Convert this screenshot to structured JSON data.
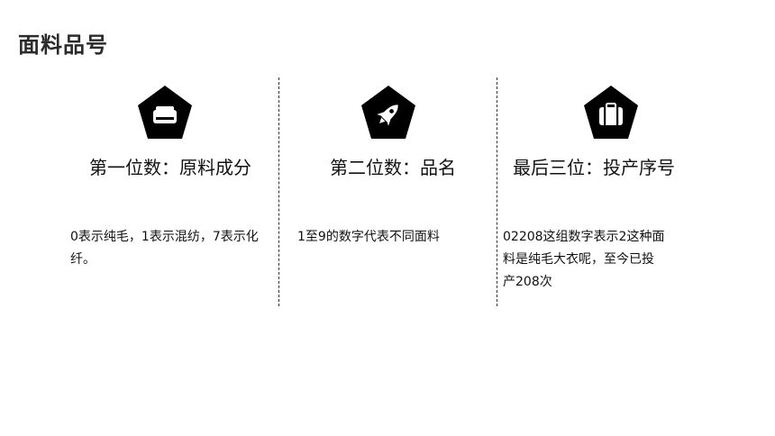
{
  "page": {
    "title": "面料品号"
  },
  "columns": [
    {
      "icon": "hard-drive-icon",
      "heading": "第一位数：原料成分",
      "body": "0表示纯毛，1表示混纺，7表示化纤。"
    },
    {
      "icon": "rocket-icon",
      "heading": "第二位数：品名",
      "body": "1至9的数字代表不同面料"
    },
    {
      "icon": "suitcase-icon",
      "heading": "最后三位：投产序号",
      "body": "02208这组数字表示2这种面料是纯毛大衣呢，至今已投产208次"
    }
  ],
  "colors": {
    "icon_fill": "#000000",
    "divider": "#333333",
    "title": "#2b2b2b"
  }
}
